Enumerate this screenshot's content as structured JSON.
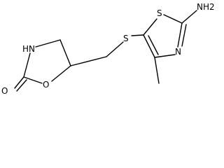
{
  "structure": {
    "atoms": {
      "nh2": "NH2",
      "s_ring": "S",
      "n_ring": "N",
      "s_linker": "S",
      "nh": "HN",
      "o_ring": "O",
      "o_carbonyl": "O"
    }
  }
}
